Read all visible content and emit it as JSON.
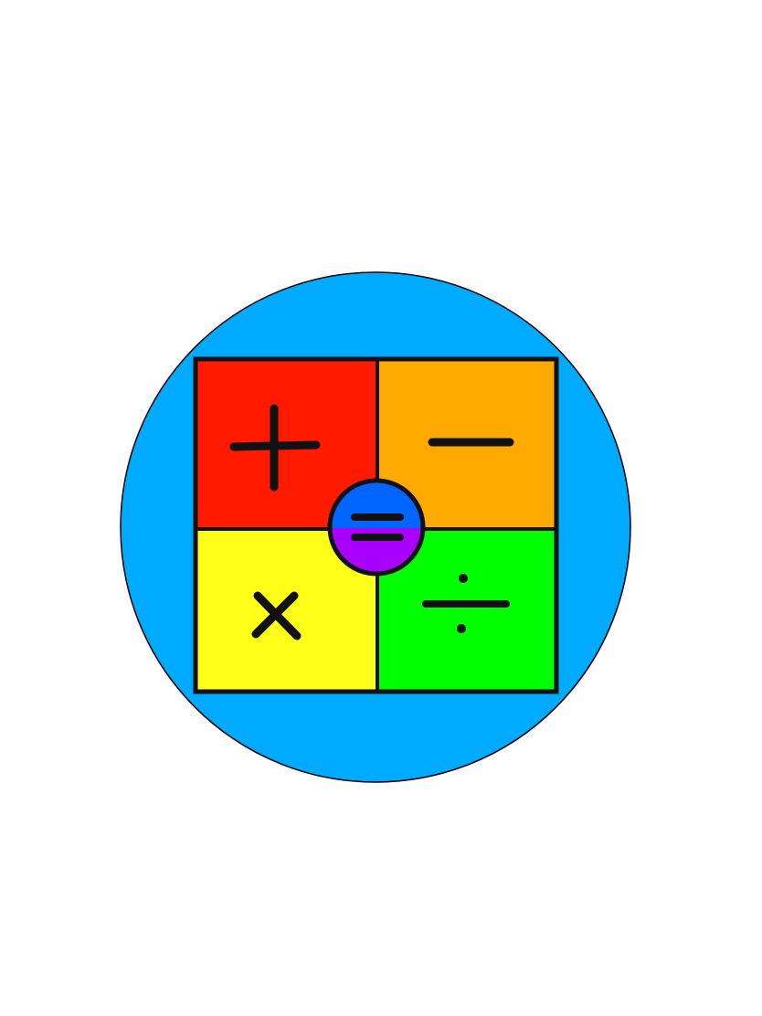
{
  "icon": {
    "name": "math-operations-icon",
    "circle_color": "#00aaff",
    "outline_color": "#000000",
    "quadrants": [
      {
        "name": "addition",
        "symbol": "plus",
        "color": "#ff1a00"
      },
      {
        "name": "subtraction",
        "symbol": "minus",
        "color": "#ffaa00"
      },
      {
        "name": "multiplication",
        "symbol": "times",
        "color": "#ffff1a"
      },
      {
        "name": "division",
        "symbol": "divide",
        "color": "#00ff00"
      }
    ],
    "center": {
      "symbol": "equals",
      "top_color": "#0066ff",
      "bottom_color": "#aa00ff"
    }
  }
}
